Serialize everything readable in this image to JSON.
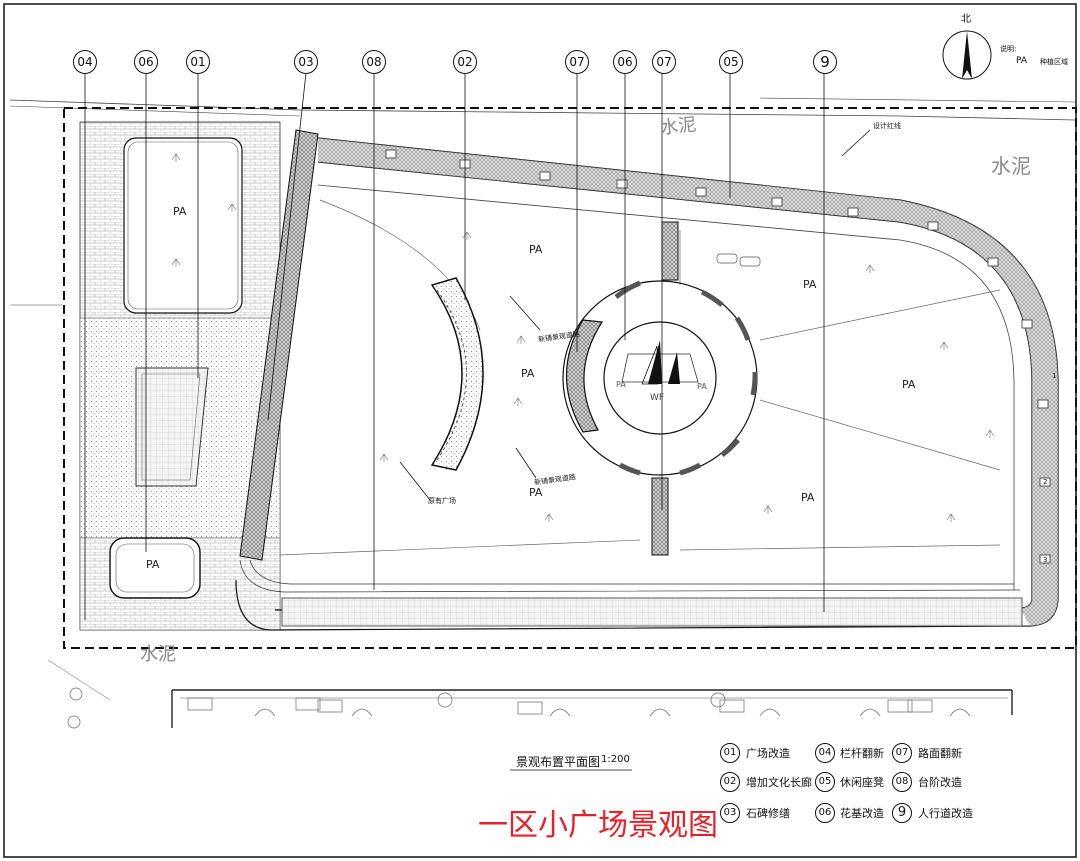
{
  "north": {
    "label": "北"
  },
  "legend_note": {
    "heading": "说明:",
    "code": "PA",
    "desc": "种植区域"
  },
  "callouts_top": [
    "04",
    "06",
    "01",
    "03",
    "08",
    "02",
    "07",
    "06",
    "07",
    "05",
    "9"
  ],
  "zones": {
    "pa": "PA",
    "wf": "WF",
    "cement_1": "水泥",
    "cement_2": "水泥",
    "cement_3": "水泥",
    "design_redline": "设计红线",
    "culture_plaza": "原有广场",
    "path_a": "新铺景观道路",
    "path_b": "新铺景观道路",
    "bench_nums": [
      "1",
      "2",
      "3"
    ]
  },
  "title": {
    "plan_name": "景观布置平面图",
    "scale": "1:200",
    "main_title": "一区小广场景观图"
  },
  "legend": [
    {
      "num": "01",
      "text": "广场改造"
    },
    {
      "num": "02",
      "text": "增加文化长廊"
    },
    {
      "num": "03",
      "text": "石碑修缮"
    },
    {
      "num": "04",
      "text": "栏杆翻新"
    },
    {
      "num": "05",
      "text": "休闲座凳"
    },
    {
      "num": "06",
      "text": "花基改造"
    },
    {
      "num": "07",
      "text": "路面翻新"
    },
    {
      "num": "08",
      "text": "台阶改造"
    },
    {
      "num": "9",
      "text": "人行道改造"
    }
  ],
  "colors": {
    "line": "#111111",
    "title_red": "#e8202a",
    "hatch": "#777777"
  }
}
